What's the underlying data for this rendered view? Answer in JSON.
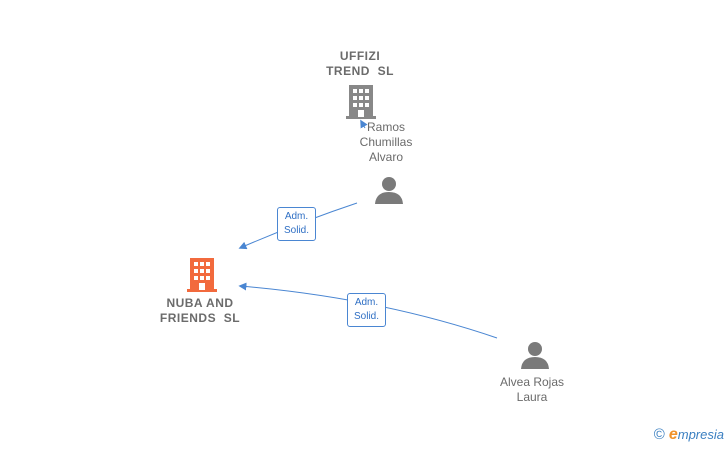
{
  "nodes": {
    "uffizi": {
      "line1": "UFFIZI",
      "line2": "TREND  SL"
    },
    "ramos": {
      "line1": "Ramos",
      "line2": "Chumillas",
      "line3": "Alvaro"
    },
    "nuba": {
      "line1": "NUBA AND",
      "line2": "FRIENDS  SL"
    },
    "alvea": {
      "line1": "Alvea Rojas",
      "line2": "Laura"
    }
  },
  "edges": {
    "ramos_nuba": {
      "line1": "Adm.",
      "line2": "Solid."
    },
    "alvea_nuba": {
      "line1": "Adm.",
      "line2": "Solid."
    }
  },
  "colors": {
    "edge": "#4a86d2",
    "company_main": "#f26a3d",
    "company_other": "#888888",
    "person": "#7a7a7a"
  },
  "brand": {
    "copyright": "©",
    "name_first": "e",
    "name_rest": "mpresia"
  }
}
